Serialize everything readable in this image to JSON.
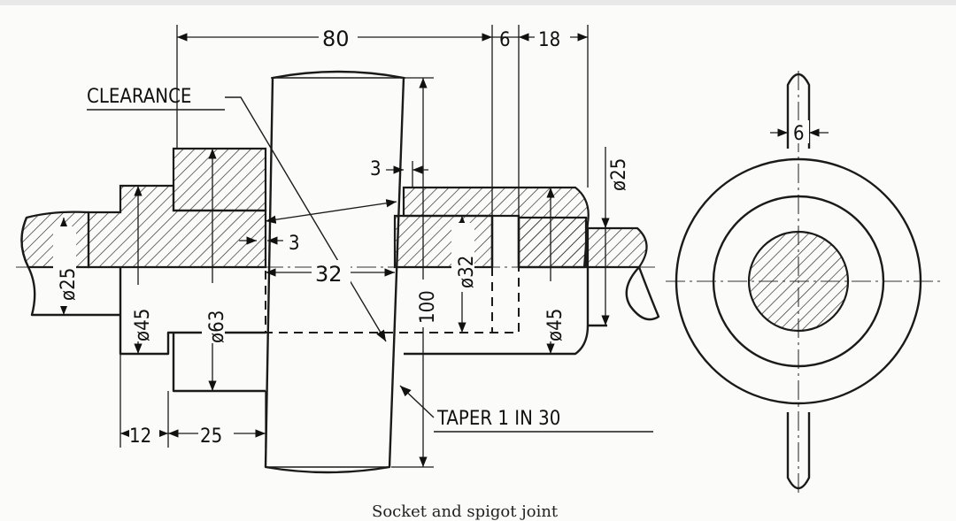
{
  "figure": {
    "caption": "Socket and spigot joint"
  },
  "labels": {
    "clearance": "CLEARANCE",
    "taper": "TAPER 1 IN 30"
  },
  "dimensions": {
    "top_length": "80",
    "top_gap": "6",
    "top_collar": "18",
    "cotter_gap_left": "3",
    "cotter_gap_right": "3",
    "spigot_length": "32",
    "dia_rod_left": "ø25",
    "dia_spigot_collar": "ø45",
    "dia_collar": "ø63",
    "cotter_width": "100",
    "dia_spigot": "ø32",
    "dia_socket": "ø45",
    "dia_rod_right": "ø25",
    "collar_thick": "12",
    "collar_len": "25",
    "cotter_thick": "6"
  }
}
